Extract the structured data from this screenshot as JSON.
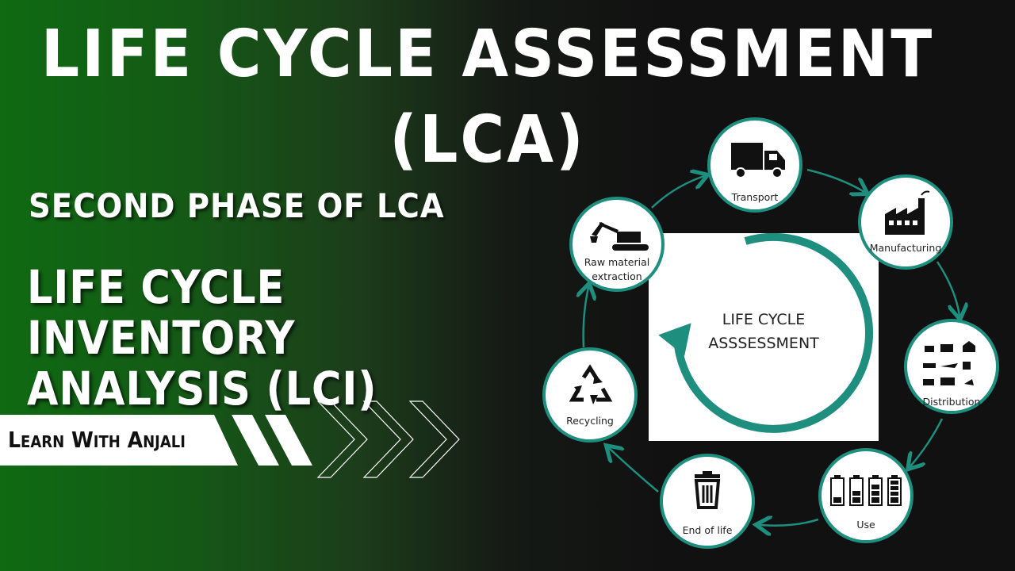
{
  "title": "LIFE CYCLE ASSESSMENT (LCA)",
  "subtitle": "SECOND PHASE OF LCA",
  "heading_line1": "LIFE CYCLE INVENTORY",
  "heading_line2": "ANALYSIS (LCI)",
  "banner": "Learn With Anjali",
  "center_label_line1": "LIFE CYCLE",
  "center_label_line2": "ASSSESSMENT",
  "stages": {
    "transport": "Transport",
    "manufacturing": "Manufacturing",
    "distribution": "Distribution",
    "use": "Use",
    "end_of_life": "End of life",
    "recycling": "Recycling",
    "raw_line1": "Raw material",
    "raw_line2": "extraction"
  },
  "colors": {
    "accent": "#1e8f7f",
    "green": "#0f6a12",
    "dark": "#111111"
  }
}
